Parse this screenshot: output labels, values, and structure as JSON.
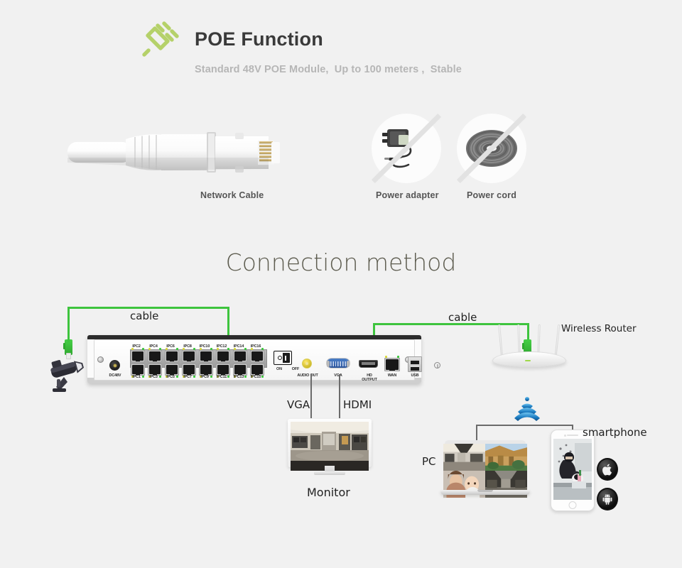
{
  "header": {
    "icon": "power-plug-icon",
    "title": "POE Function",
    "subtitle": "Standard 48V POE Module,  Up to 100 meters ,  Stable",
    "icon_color": "#b5d16a",
    "title_color": "#3a3a3a",
    "subtitle_color": "#b6b6b6"
  },
  "items": {
    "network_cable_label": "Network Cable",
    "excluded": [
      {
        "label": "Power adapter",
        "icon": "power-adapter-icon",
        "crossed_out": true
      },
      {
        "label": "Power cord",
        "icon": "power-cord-coil-icon",
        "crossed_out": true
      }
    ]
  },
  "section": {
    "title": "Connection method",
    "title_color": "#5d5c4f"
  },
  "diagram": {
    "cable_label_left": "cable",
    "cable_label_right": "cable",
    "router_label": "Wireless Router",
    "vga_label": "VGA",
    "hdmi_label": "HDMI",
    "monitor_label": "Monitor",
    "pc_label": "PC",
    "smartphone_label": "smartphone",
    "cable_color": "#3ec43e",
    "connector_line_color": "#6b6b6b",
    "wifi_color": "#1f7fc4"
  },
  "nvr": {
    "power_label": "DC48V",
    "switch_on_label": "ON",
    "switch_off_label": "OFF",
    "ipc_ports_top": [
      "IPC2",
      "IPC4",
      "IPC6",
      "IPC8",
      "IPC10",
      "IPC12",
      "IPC14",
      "IPC16"
    ],
    "ipc_ports_bottom": [
      "IPC1",
      "IPC3",
      "IPC5",
      "IPC7",
      "IPC9",
      "IPC11",
      "IPC13",
      "IPC15"
    ],
    "connected_port": "IPC12",
    "io_ports": [
      "AUDIO OUT",
      "VGA",
      "HD OUTPUT",
      "WAN",
      "USB"
    ]
  },
  "os_badges": [
    {
      "name": "apple-logo",
      "glyph": ""
    },
    {
      "name": "android-robot",
      "glyph": "⬤"
    }
  ]
}
